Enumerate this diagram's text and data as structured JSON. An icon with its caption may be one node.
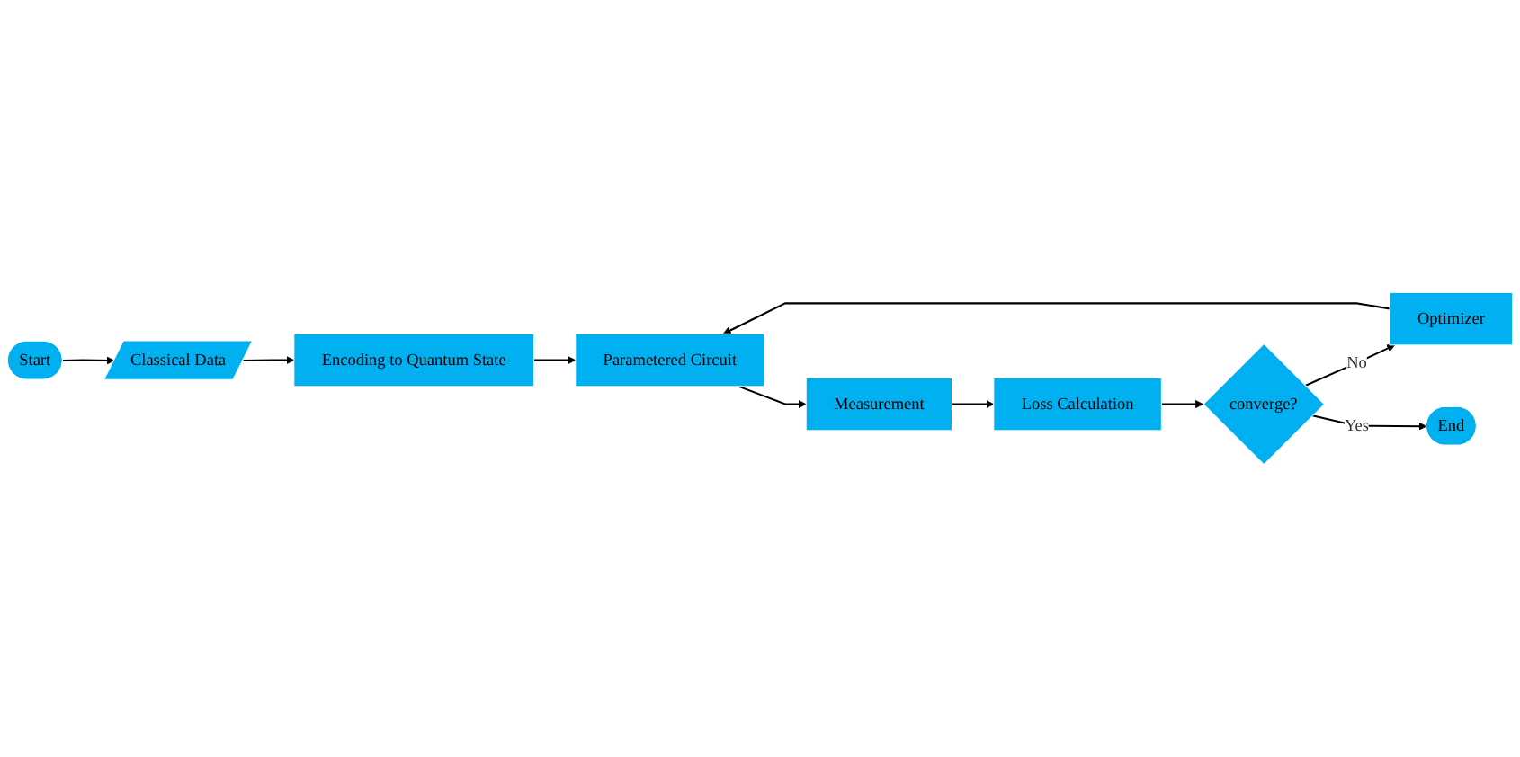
{
  "diagram": {
    "nodes": [
      {
        "text": [
          "Start"
        ]
      },
      {
        "text": [
          "Classical Data"
        ]
      },
      {
        "text": [
          "Encoding to Quantum State"
        ]
      },
      {
        "text": [
          "Parametered Circuit"
        ]
      },
      {
        "text": [
          "Measurement"
        ]
      },
      {
        "text": [
          "Loss Calculation"
        ]
      },
      {
        "text": [
          "converge?"
        ]
      },
      {
        "text": [
          "Optimizer"
        ]
      },
      {
        "text": [
          "End"
        ]
      }
    ],
    "edges": [
      {
        "from": 0,
        "to": 1,
        "arrow": "to"
      },
      {
        "from": 1,
        "to": 2,
        "arrow": "to"
      },
      {
        "from": 2,
        "to": 3,
        "arrow": "to"
      },
      {
        "from": 3,
        "to": 4,
        "arrow": "to"
      },
      {
        "from": 4,
        "to": 5,
        "arrow": "to"
      },
      {
        "from": 5,
        "to": 6,
        "arrow": "to"
      },
      {
        "from": 6,
        "to": 7,
        "arrow": "to",
        "label": "No"
      },
      {
        "from": 7,
        "to": 3,
        "arrow": "to"
      },
      {
        "from": 6,
        "to": 8,
        "arrow": "to",
        "label": "Yes"
      }
    ]
  }
}
